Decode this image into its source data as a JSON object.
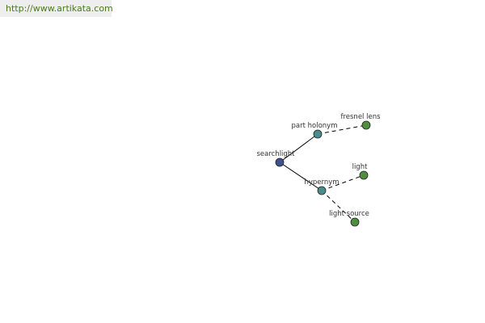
{
  "source": {
    "link_text": "http://www.artikata.com"
  },
  "graph": {
    "colors": {
      "root": "#3e4f8c",
      "relation": "#4a8c8c",
      "leaf": "#4f8f3f"
    },
    "nodes": [
      {
        "id": "searchlight",
        "label": "searchlight",
        "kind": "root"
      },
      {
        "id": "part-holonym",
        "label": "part holonym",
        "kind": "relation"
      },
      {
        "id": "hypernym",
        "label": "hypernym",
        "kind": "relation"
      },
      {
        "id": "fresnel-lens",
        "label": "fresnel lens",
        "kind": "leaf"
      },
      {
        "id": "light",
        "label": "light",
        "kind": "leaf"
      },
      {
        "id": "light-source",
        "label": "light source",
        "kind": "leaf"
      }
    ],
    "edges": [
      {
        "from": "searchlight",
        "to": "part-holonym",
        "style": "solid"
      },
      {
        "from": "searchlight",
        "to": "hypernym",
        "style": "solid"
      },
      {
        "from": "part-holonym",
        "to": "fresnel-lens",
        "style": "dashed"
      },
      {
        "from": "hypernym",
        "to": "light",
        "style": "dashed"
      },
      {
        "from": "hypernym",
        "to": "light-source",
        "style": "dashed"
      }
    ]
  }
}
